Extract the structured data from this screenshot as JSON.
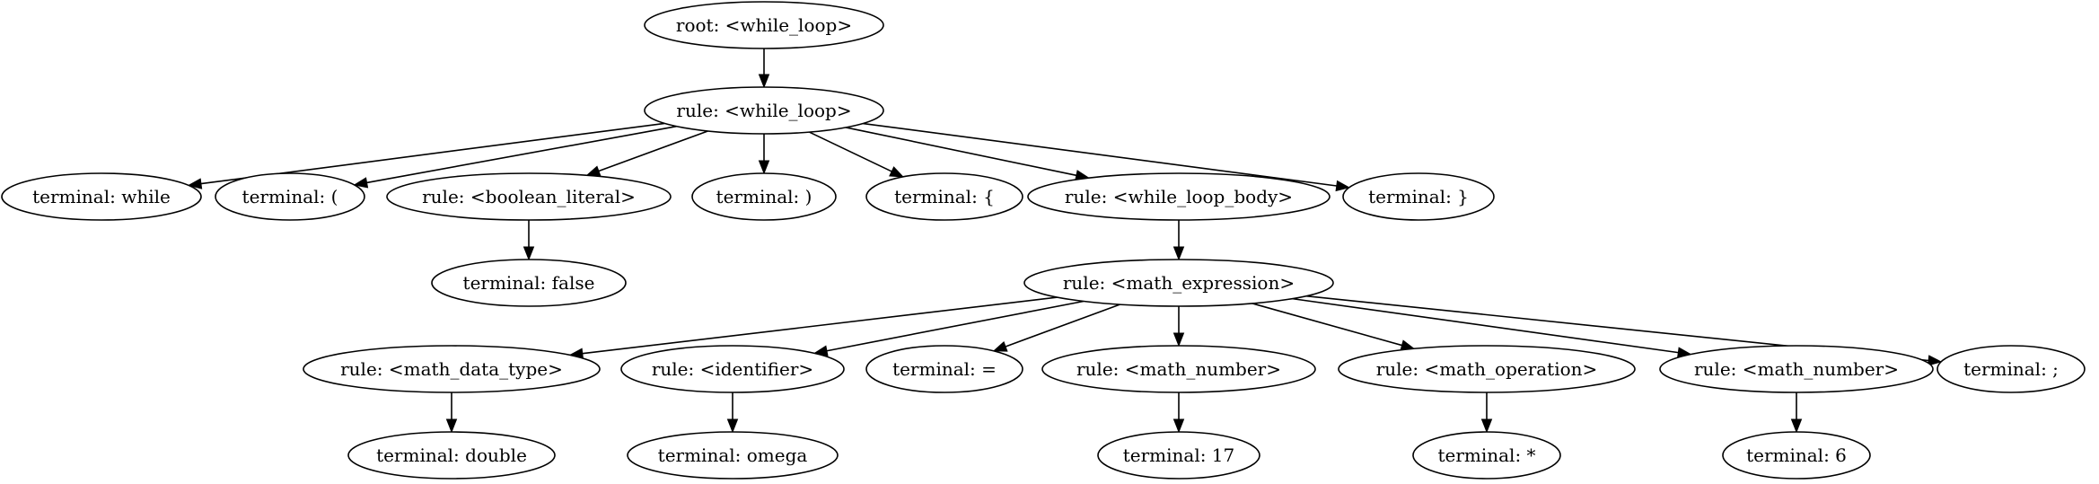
{
  "nodes": {
    "root": "root: <while_loop>",
    "rule_while_loop": "rule: <while_loop>",
    "t_while": "terminal: while",
    "t_lparen": "terminal: (",
    "rule_boolean_literal": "rule: <boolean_literal>",
    "t_rparen": "terminal: )",
    "t_lbrace": "terminal: {",
    "rule_while_loop_body": "rule: <while_loop_body>",
    "t_rbrace": "terminal: }",
    "t_false": "terminal: false",
    "rule_math_expression": "rule: <math_expression>",
    "rule_math_data_type": "rule: <math_data_type>",
    "rule_identifier": "rule: <identifier>",
    "t_equals": "terminal: =",
    "rule_math_number_1": "rule: <math_number>",
    "rule_math_operation": "rule: <math_operation>",
    "rule_math_number_2": "rule: <math_number>",
    "t_semicolon": "terminal: ;",
    "t_double": "terminal: double",
    "t_omega": "terminal: omega",
    "t_17": "terminal: 17",
    "t_star": "terminal: *",
    "t_6": "terminal: 6"
  },
  "edges": [
    [
      "root",
      "rule_while_loop"
    ],
    [
      "rule_while_loop",
      "t_while"
    ],
    [
      "rule_while_loop",
      "t_lparen"
    ],
    [
      "rule_while_loop",
      "rule_boolean_literal"
    ],
    [
      "rule_while_loop",
      "t_rparen"
    ],
    [
      "rule_while_loop",
      "t_lbrace"
    ],
    [
      "rule_while_loop",
      "rule_while_loop_body"
    ],
    [
      "rule_while_loop",
      "t_rbrace"
    ],
    [
      "rule_boolean_literal",
      "t_false"
    ],
    [
      "rule_while_loop_body",
      "rule_math_expression"
    ],
    [
      "rule_math_expression",
      "rule_math_data_type"
    ],
    [
      "rule_math_expression",
      "rule_identifier"
    ],
    [
      "rule_math_expression",
      "t_equals"
    ],
    [
      "rule_math_expression",
      "rule_math_number_1"
    ],
    [
      "rule_math_expression",
      "rule_math_operation"
    ],
    [
      "rule_math_expression",
      "rule_math_number_2"
    ],
    [
      "rule_math_expression",
      "t_semicolon"
    ],
    [
      "rule_math_data_type",
      "t_double"
    ],
    [
      "rule_identifier",
      "t_omega"
    ],
    [
      "rule_math_number_1",
      "t_17"
    ],
    [
      "rule_math_operation",
      "t_star"
    ],
    [
      "rule_math_number_2",
      "t_6"
    ]
  ]
}
